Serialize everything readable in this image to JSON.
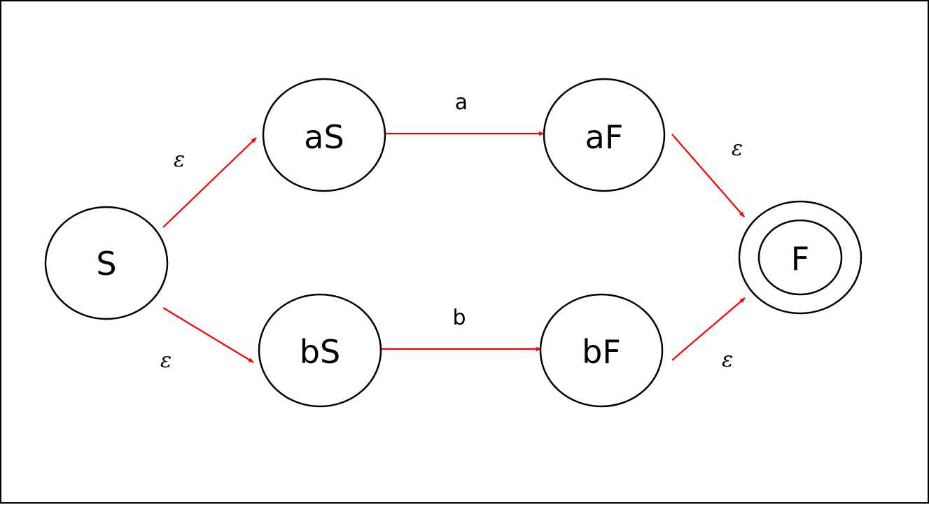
{
  "diagram": {
    "colors": {
      "edge": "#ff0000",
      "node_stroke": "#000000"
    },
    "states": {
      "S": "S",
      "aS": "aS",
      "aF": "aF",
      "bS": "bS",
      "bF": "bF",
      "F": "F"
    },
    "accepting_state": "F",
    "edges": [
      {
        "from": "S",
        "to": "aS",
        "label": "ε"
      },
      {
        "from": "aS",
        "to": "aF",
        "label": "a"
      },
      {
        "from": "aF",
        "to": "F",
        "label": "ε"
      },
      {
        "from": "S",
        "to": "bS",
        "label": "ε"
      },
      {
        "from": "bS",
        "to": "bF",
        "label": "b"
      },
      {
        "from": "bF",
        "to": "F",
        "label": "ε"
      }
    ]
  }
}
